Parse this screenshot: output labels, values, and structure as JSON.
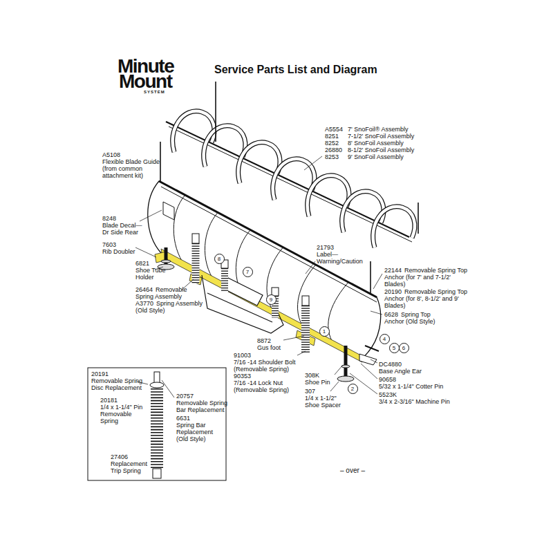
{
  "diagram": {
    "title": "Service Parts List and Diagram",
    "nodes": [
      {
        "text": [
          "8"
        ]
      },
      {
        "text": [
          "7"
        ]
      },
      {
        "text": [
          "9"
        ]
      },
      {
        "text": [
          "1"
        ]
      },
      {
        "text": [
          "4"
        ]
      },
      {
        "text": [
          "5"
        ]
      },
      {
        "text": [
          "6"
        ]
      },
      {
        "text": [
          "2"
        ]
      }
    ],
    "labels": [
      "Minute",
      "Mount",
      "SYSTEM",
      "A5554",
      "7' SnoFoil® Assembly",
      "8251",
      "7-1/2' SnoFoil Assembly",
      "8252",
      "8' SnoFoil Assembly",
      "26880",
      "8-1/2' SnoFoil Assembly",
      "8253",
      "9' SnoFoil Assembly",
      "A5108",
      "Flexible Blade Guide (from common attachment kit)",
      "8248",
      "Blade Decal— Dr Side Rear",
      "7603",
      "Rib Doubler",
      "6821",
      "Shoe Tube Holder",
      "26464",
      "Removable Spring Assembly",
      "A3770",
      "Spring Assembly (Old Style)",
      "21793",
      "Label— Warning/Caution",
      "22144",
      "Removable Spring Top Anchor (for 7' and 7-1/2' Blades)",
      "20190",
      "Removable Spring Top Anchor (for 8', 8-1/2' and 9' Blades)",
      "6628",
      "Spring Top Anchor (Old Style)",
      "8872",
      "Gus foot",
      "91003",
      "7/16 -14 Shoulder Bolt (Removable Spring)",
      "90353",
      "7/16 -14 Lock Nut (Removable Spring)",
      "308K",
      "Shoe Pin",
      "307",
      "1/4 x 1-1/2\" Shoe Spacer",
      "DC4880",
      "Base Angle Ear",
      "90658",
      "5/32 x 1-1/4\" Cotter Pin",
      "5523K",
      "3/4 x 2-3/16\" Machine Pin",
      "20191",
      "Removable Spring Disc Replacement",
      "20181",
      "1/4 x 1-1/4\" Pin Removable Spring",
      "20757",
      "Removable Spring Bar Replacement",
      "6631",
      "Spring Bar Replacement (Old Style)",
      "27406",
      "Replacement Trip Spring",
      "– over –"
    ]
  }
}
